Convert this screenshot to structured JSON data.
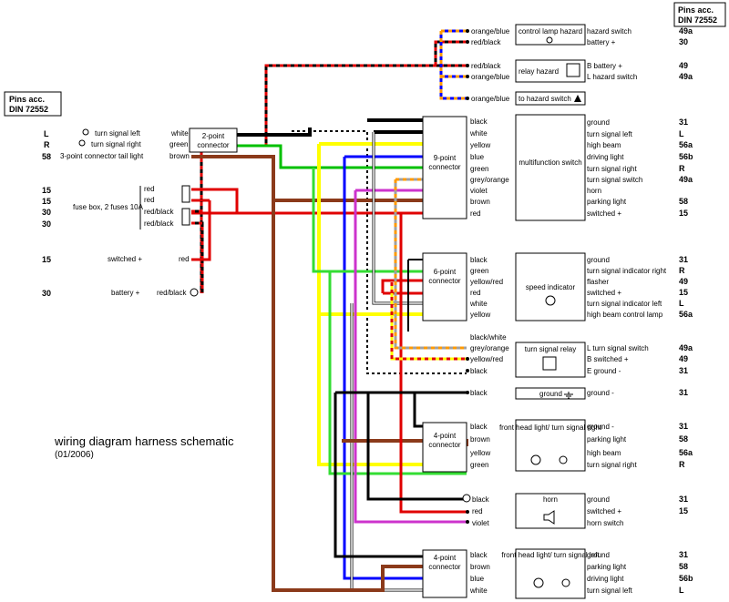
{
  "title": "wiring diagram harness schematic",
  "date": "(01/2006)",
  "pins_header": {
    "line1": "Pins acc.",
    "line2": "DIN 72552"
  },
  "left_terminals": [
    {
      "pin": "L",
      "label": "turn signal left",
      "wire": "white"
    },
    {
      "pin": "R",
      "label": "turn signal right",
      "wire": "green"
    },
    {
      "pin": "58",
      "label": "3-point connector tail light",
      "wire": "brown"
    },
    {
      "pin": "15",
      "label": "fuse box, 2 fuses 10A",
      "wire": "red"
    },
    {
      "pin": "15",
      "label": "",
      "wire": "red"
    },
    {
      "pin": "30",
      "label": "",
      "wire": "red/black"
    },
    {
      "pin": "30",
      "label": "",
      "wire": "red/black"
    },
    {
      "pin": "15",
      "label": "switched +",
      "wire": "red"
    },
    {
      "pin": "30",
      "label": "battery +",
      "wire": "red/black"
    }
  ],
  "connectors": {
    "c2": {
      "line1": "2-point",
      "line2": "connector"
    },
    "c9": {
      "line1": "9-point",
      "line2": "connector"
    },
    "c6": {
      "line1": "6-point",
      "line2": "connector"
    },
    "c4a": {
      "line1": "4-point",
      "line2": "connector"
    },
    "c4b": {
      "line1": "4-point",
      "line2": "connector"
    }
  },
  "top_wires": [
    "orange/blue",
    "red/black",
    "red/black",
    "orange/blue",
    "orange/blue"
  ],
  "c9_wires": [
    "black",
    "white",
    "yellow",
    "blue",
    "green",
    "grey/orange",
    "violet",
    "brown",
    "red"
  ],
  "c6_wires": [
    "black",
    "green",
    "yellow/red",
    "red",
    "white",
    "yellow"
  ],
  "relay_wires": [
    "black/white",
    "grey/orange",
    "yellow/red",
    "black"
  ],
  "ground_wire": "black",
  "c4a_wires": [
    "black",
    "brown",
    "yellow",
    "green"
  ],
  "horn_wires": [
    "black",
    "red",
    "violet"
  ],
  "c4b_wires": [
    "black",
    "brown",
    "blue",
    "white"
  ],
  "components": {
    "control_lamp": "control lamp hazard",
    "relay_hazard": "relay hazard",
    "hazard_switch": "to hazard switch",
    "multifunction": "multifunction switch",
    "speed": "speed indicator",
    "turn_relay": "turn signal relay",
    "ground": "ground",
    "front_right": "front head light/ turn signal right",
    "horn": "horn",
    "front_left": "front head light/ turn signal left"
  },
  "right_pins": [
    {
      "label": "hazard switch",
      "pin": "49a"
    },
    {
      "label": "battery +",
      "pin": "30"
    },
    {
      "label": "B battery +",
      "pin": "49"
    },
    {
      "label": "L hazard switch",
      "pin": "49a"
    },
    {
      "label": "ground",
      "pin": "31"
    },
    {
      "label": "turn signal left",
      "pin": "L"
    },
    {
      "label": "high beam",
      "pin": "56a"
    },
    {
      "label": "driving light",
      "pin": "56b"
    },
    {
      "label": "turn signal right",
      "pin": "R"
    },
    {
      "label": "turn signal switch",
      "pin": "49a"
    },
    {
      "label": "horn",
      "pin": ""
    },
    {
      "label": "parking light",
      "pin": "58"
    },
    {
      "label": "switched +",
      "pin": "15"
    },
    {
      "label": "ground",
      "pin": "31"
    },
    {
      "label": "turn signal indicator right",
      "pin": "R"
    },
    {
      "label": "flasher",
      "pin": "49"
    },
    {
      "label": "switched +",
      "pin": "15"
    },
    {
      "label": "turn signal indicator left",
      "pin": "L"
    },
    {
      "label": "high beam control lamp",
      "pin": "56a"
    },
    {
      "label": "L turn signal switch",
      "pin": "49a"
    },
    {
      "label": "B switched +",
      "pin": "49"
    },
    {
      "label": "E ground -",
      "pin": "31"
    },
    {
      "label": "ground -",
      "pin": "31"
    },
    {
      "label": "ground -",
      "pin": "31"
    },
    {
      "label": "parking light",
      "pin": "58"
    },
    {
      "label": "high beam",
      "pin": "56a"
    },
    {
      "label": "turn signal right",
      "pin": "R"
    },
    {
      "label": "ground",
      "pin": "31"
    },
    {
      "label": "switched +",
      "pin": "15"
    },
    {
      "label": "horn switch",
      "pin": ""
    },
    {
      "label": "ground",
      "pin": "31"
    },
    {
      "label": "parking light",
      "pin": "58"
    },
    {
      "label": "driving light",
      "pin": "56b"
    },
    {
      "label": "turn signal left",
      "pin": "L"
    }
  ],
  "colors": {
    "black": "#000000",
    "white": "#ffffff",
    "yellow": "#ffff00",
    "blue": "#0000ff",
    "green": "#00c000",
    "violet": "#cc33cc",
    "brown": "#8b3a1a",
    "red": "#e00000",
    "orange": "#ff9900",
    "grey": "#a0a0a0",
    "lightgreen": "#33dd33"
  }
}
